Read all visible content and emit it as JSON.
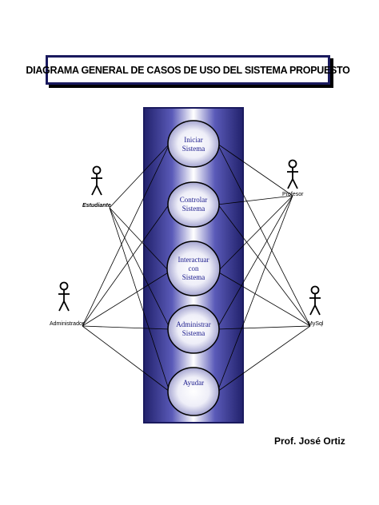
{
  "title": "DIAGRAMA GENERAL DE CASOS DE USO DEL SISTEMA PROPUESTO",
  "use_cases": [
    {
      "label_lines": [
        "Iniciar",
        "Sistema"
      ]
    },
    {
      "label_lines": [
        "Controlar",
        "Sistema"
      ]
    },
    {
      "label_lines": [
        "Interactuar",
        "con",
        "Sistema"
      ]
    },
    {
      "label_lines": [
        "Administrar",
        "Sistema"
      ]
    },
    {
      "label_lines": [
        "Ayudar"
      ]
    }
  ],
  "actors": {
    "estudiante": "Estudiante",
    "profesor": "Profesor",
    "administrador": "Administrador",
    "mysql": "MySql"
  },
  "author": "Prof. José Ortiz",
  "colors": {
    "title_border": "#1a1a5e",
    "system_dark": "#23236e",
    "use_case_text": "#1a1a8c"
  }
}
